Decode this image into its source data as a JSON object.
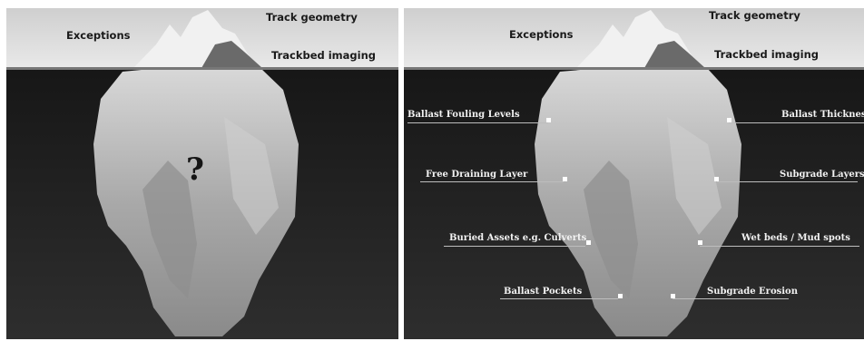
{
  "left_panel": {
    "above_water": [
      "Track geometry",
      "Exceptions",
      "Trackbed imaging"
    ],
    "hidden_mark": "?"
  },
  "right_panel": {
    "above_water": [
      "Track geometry",
      "Exceptions",
      "Trackbed imaging"
    ],
    "callouts": [
      "Ballast Fouling Levels",
      "Ballast Thickness",
      "Free Draining Layer",
      "Subgrade Layers",
      "Buried Assets e.g. Culverts",
      "Wet beds / Mud spots",
      "Ballast Pockets",
      "Subgrade Erosion"
    ]
  }
}
